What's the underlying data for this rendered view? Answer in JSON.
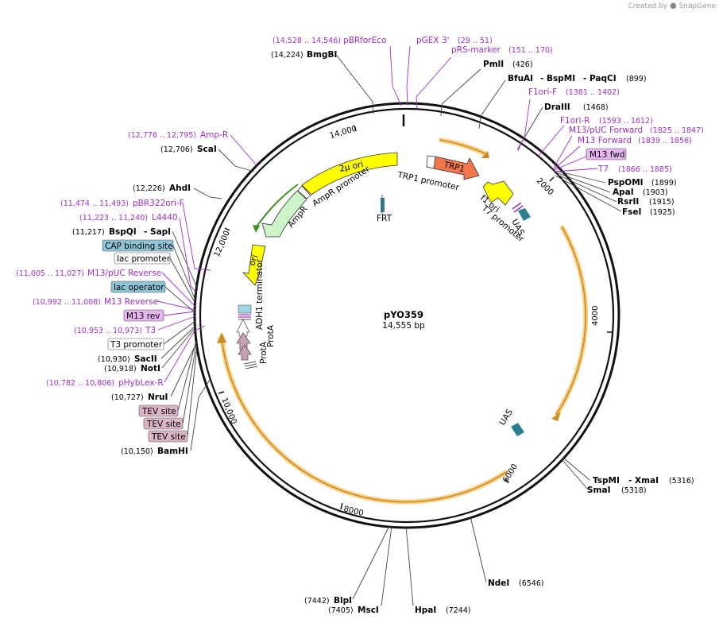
{
  "header": {
    "credit_prefix": "Created by",
    "credit_brand": "SnapGene"
  },
  "plasmid": {
    "name": "pYO359",
    "length": "14,555 bp"
  },
  "ticks": [
    "2000",
    "4000",
    "6000",
    "8000",
    "10,000",
    "12,000",
    "14,000"
  ],
  "sites": {
    "bmgbi": {
      "name": "BmgBI",
      "pos": "(14,224)"
    },
    "pbrforeco": {
      "name": "pBRforEco",
      "pos": "(14,528 .. 14,546)"
    },
    "pgex3": {
      "name": "pGEX 3'",
      "pos": "(29 .. 51)"
    },
    "prsmarker": {
      "name": "pRS-marker",
      "pos": "(151 .. 170)"
    },
    "pmli": {
      "name": "PmlI",
      "pos": "(426)"
    },
    "bfuai": {
      "name": "BfuAI",
      "sep1": "- BspMI",
      "sep2": "- PaqCI",
      "pos": "(899)"
    },
    "f1orif": {
      "name": "F1ori-F",
      "pos": "(1381 .. 1402)"
    },
    "draiii": {
      "name": "DraIII",
      "pos": "(1468)"
    },
    "f1orir": {
      "name": "F1ori-R",
      "pos": "(1593 .. 1612)"
    },
    "m13puc_fwd": {
      "name": "M13/pUC Forward",
      "pos": "(1825 .. 1847)"
    },
    "m13_forward": {
      "name": "M13 Forward",
      "pos": "(1839 .. 1856)"
    },
    "m13fwd_box": {
      "name": "M13 fwd"
    },
    "t7": {
      "name": "T7",
      "pos": "(1866 .. 1885)"
    },
    "psppomi": {
      "name": "PspOMI",
      "pos": "(1899)"
    },
    "apai": {
      "name": "ApaI",
      "pos": "(1903)"
    },
    "rsrii": {
      "name": "RsrII",
      "pos": "(1915)"
    },
    "fsei": {
      "name": "FseI",
      "pos": "(1925)"
    },
    "tspmi": {
      "name": "TspMI",
      "sep": "- XmaI",
      "pos": "(5316)"
    },
    "smai": {
      "name": "SmaI",
      "pos": "(5318)"
    },
    "ndei": {
      "name": "NdeI",
      "pos": "(6546)"
    },
    "hpai": {
      "name": "HpaI",
      "pos": "(7244)"
    },
    "blpi": {
      "name": "BlpI",
      "pos": "(7442)"
    },
    "msci": {
      "name": "MscI",
      "pos": "(7405)"
    },
    "bamhi": {
      "name": "BamHI",
      "pos": "(10,150)"
    },
    "nrui": {
      "name": "NruI",
      "pos": "(10,727)"
    },
    "phybrlex": {
      "name": "pHybLex-R",
      "pos": "(10,782 .. 10,806)"
    },
    "noti": {
      "name": "NotI",
      "pos": "(10,918)"
    },
    "sacii": {
      "name": "SacII",
      "pos": "(10,930)"
    },
    "t3": {
      "name": "T3",
      "pos": "(10,953 .. 10,973)"
    },
    "m13rev_box": {
      "name": "M13 rev"
    },
    "m13reverse": {
      "name": "M13 Reverse",
      "pos": "(10,992 .. 11,008)"
    },
    "m13puc_rev": {
      "name": "M13/pUC Reverse",
      "pos": "(11,005 .. 11,027)"
    },
    "bspqi": {
      "name": "BspQI",
      "sep": "- SapI",
      "pos": "(11,217)"
    },
    "l4440": {
      "name": "L4440",
      "pos": "(11,223 .. 11,240)"
    },
    "pbr322ori": {
      "name": "pBR322ori-F",
      "pos": "(11,474 .. 11,493)"
    },
    "ahdi": {
      "name": "AhdI",
      "pos": "(12,226)"
    },
    "scai": {
      "name": "ScaI",
      "pos": "(12,706)"
    },
    "ampr_primer": {
      "name": "Amp-R",
      "pos": "(12,776 .. 12,795)"
    }
  },
  "boxes": {
    "cap": "CAP binding site",
    "lacpro": "lac promoter",
    "lacop": "lac operator",
    "t3pro": "T3 promoter",
    "tev1": "TEV site",
    "tev2": "TEV site",
    "tev3": "TEV site"
  },
  "features": {
    "two_mu_ori": "2μ ori",
    "trp1": "TRP1",
    "trp1_promoter": "TRP1 promoter",
    "ampr_promoter": "AmpR promoter",
    "ampr": "AmpR",
    "ori": "ori",
    "frt": "FRT",
    "f1_ori": "f1 ori",
    "t7_promoter": "T7 promoter",
    "uas1": "UAS",
    "uas2": "UAS",
    "adh1_terminator": "ADH1 terminator",
    "prota1": "ProtA",
    "prota2": "ProtA"
  },
  "colors": {
    "primer": "#9b2fc8",
    "two_mu_ori": "#ffff00",
    "trp1": "#f3774d",
    "ampr": "#ccf5c9",
    "ori": "#ffff00",
    "f1ori": "#ffff00",
    "uas": "#2a7e8e",
    "prota": "#c8a0b4",
    "orf_highlight": "#f5c46a",
    "orf_arrow": "#d08a1e",
    "blue_box": "#8ec5d6",
    "pink_box": "#dbb4c6",
    "m13_box": "#e7b6f2"
  }
}
